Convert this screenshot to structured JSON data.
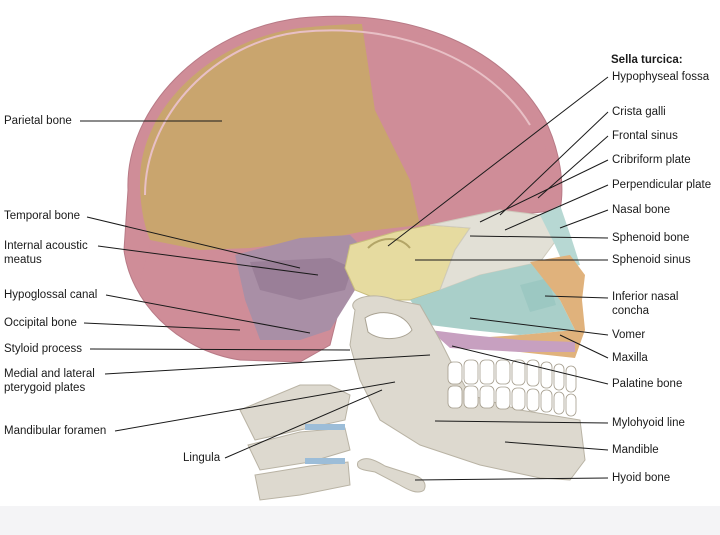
{
  "labels": {
    "left": {
      "parietal_bone": "Parietal bone",
      "temporal_bone": "Temporal bone",
      "internal_acoustic_meatus": "Internal acoustic\nmeatus",
      "hypoglossal_canal": "Hypoglossal canal",
      "occipital_bone": "Occipital bone",
      "styloid_process": "Styloid process",
      "pterygoid_plates": "Medial and lateral\npterygoid plates",
      "mandibular_foramen": "Mandibular foramen",
      "lingula": "Lingula"
    },
    "right": {
      "sella_turcica": "Sella turcica:",
      "hypophyseal_fossa": "Hypophyseal fossa",
      "crista_galli": "Crista galli",
      "frontal_sinus": "Frontal sinus",
      "cribriform_plate": "Cribriform plate",
      "perpendicular_plate": "Perpendicular plate",
      "nasal_bone": "Nasal bone",
      "sphenoid_bone": "Sphenoid bone",
      "sphenoid_sinus": "Sphenoid sinus",
      "inferior_nasal_concha": "Inferior nasal\nconcha",
      "vomer": "Vomer",
      "maxilla": "Maxilla",
      "palatine_bone": "Palatine bone",
      "mylohyoid_line": "Mylohyoid line",
      "mandible": "Mandible",
      "hyoid_bone": "Hyoid bone"
    }
  },
  "colors": {
    "parietal": "#c9a56e",
    "frontal": "#c98a92",
    "occipital": "#cf8d98",
    "temporal": "#a98fa6",
    "sphenoid": "#e6dba0",
    "ethmoid": "#e2e0d6",
    "vomer": "#a9cfc9",
    "maxilla": "#e0b27c",
    "nasal": "#b7d8d3",
    "mandible": "#ddd9cf",
    "leader": "#1a1a1a"
  }
}
